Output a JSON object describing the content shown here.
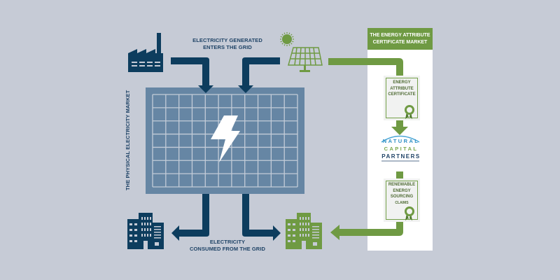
{
  "diagram": {
    "top_label": [
      "ELECTRICITY GENERATED",
      "ENTERS THE GRID"
    ],
    "bottom_label": [
      "ELECTRICITY",
      "CONSUMED FROM THE GRID"
    ],
    "side_label": "THE PHYSICAL ELECTRICITY MARKET",
    "eac_market_header": [
      "THE ENERGY ATTRIBUTE",
      "CERTIFICATE MARKET"
    ],
    "certificate_1": [
      "ENERGY",
      "ATTRIBUTE",
      "CERTIFICATE"
    ],
    "certificate_2": [
      "RENEWABLE",
      "ENERGY",
      "SOURCING",
      "CLAIMS"
    ],
    "logo": {
      "line1": "NATURAL",
      "line2": "CAPITAL",
      "line3": "PARTNERS"
    },
    "nodes": {
      "generator_conventional": "factory-icon",
      "generator_renewable": "solar-panel-icon",
      "grid": "electricity-grid-icon",
      "consumer_conventional": "city-buildings-icon",
      "consumer_renewable": "green-buildings-icon"
    },
    "colors": {
      "background": "#c6cbd6",
      "navy": "#0d3d5e",
      "green": "#6f9a43",
      "grid_fill": "#6686a4",
      "white": "#ffffff"
    }
  }
}
